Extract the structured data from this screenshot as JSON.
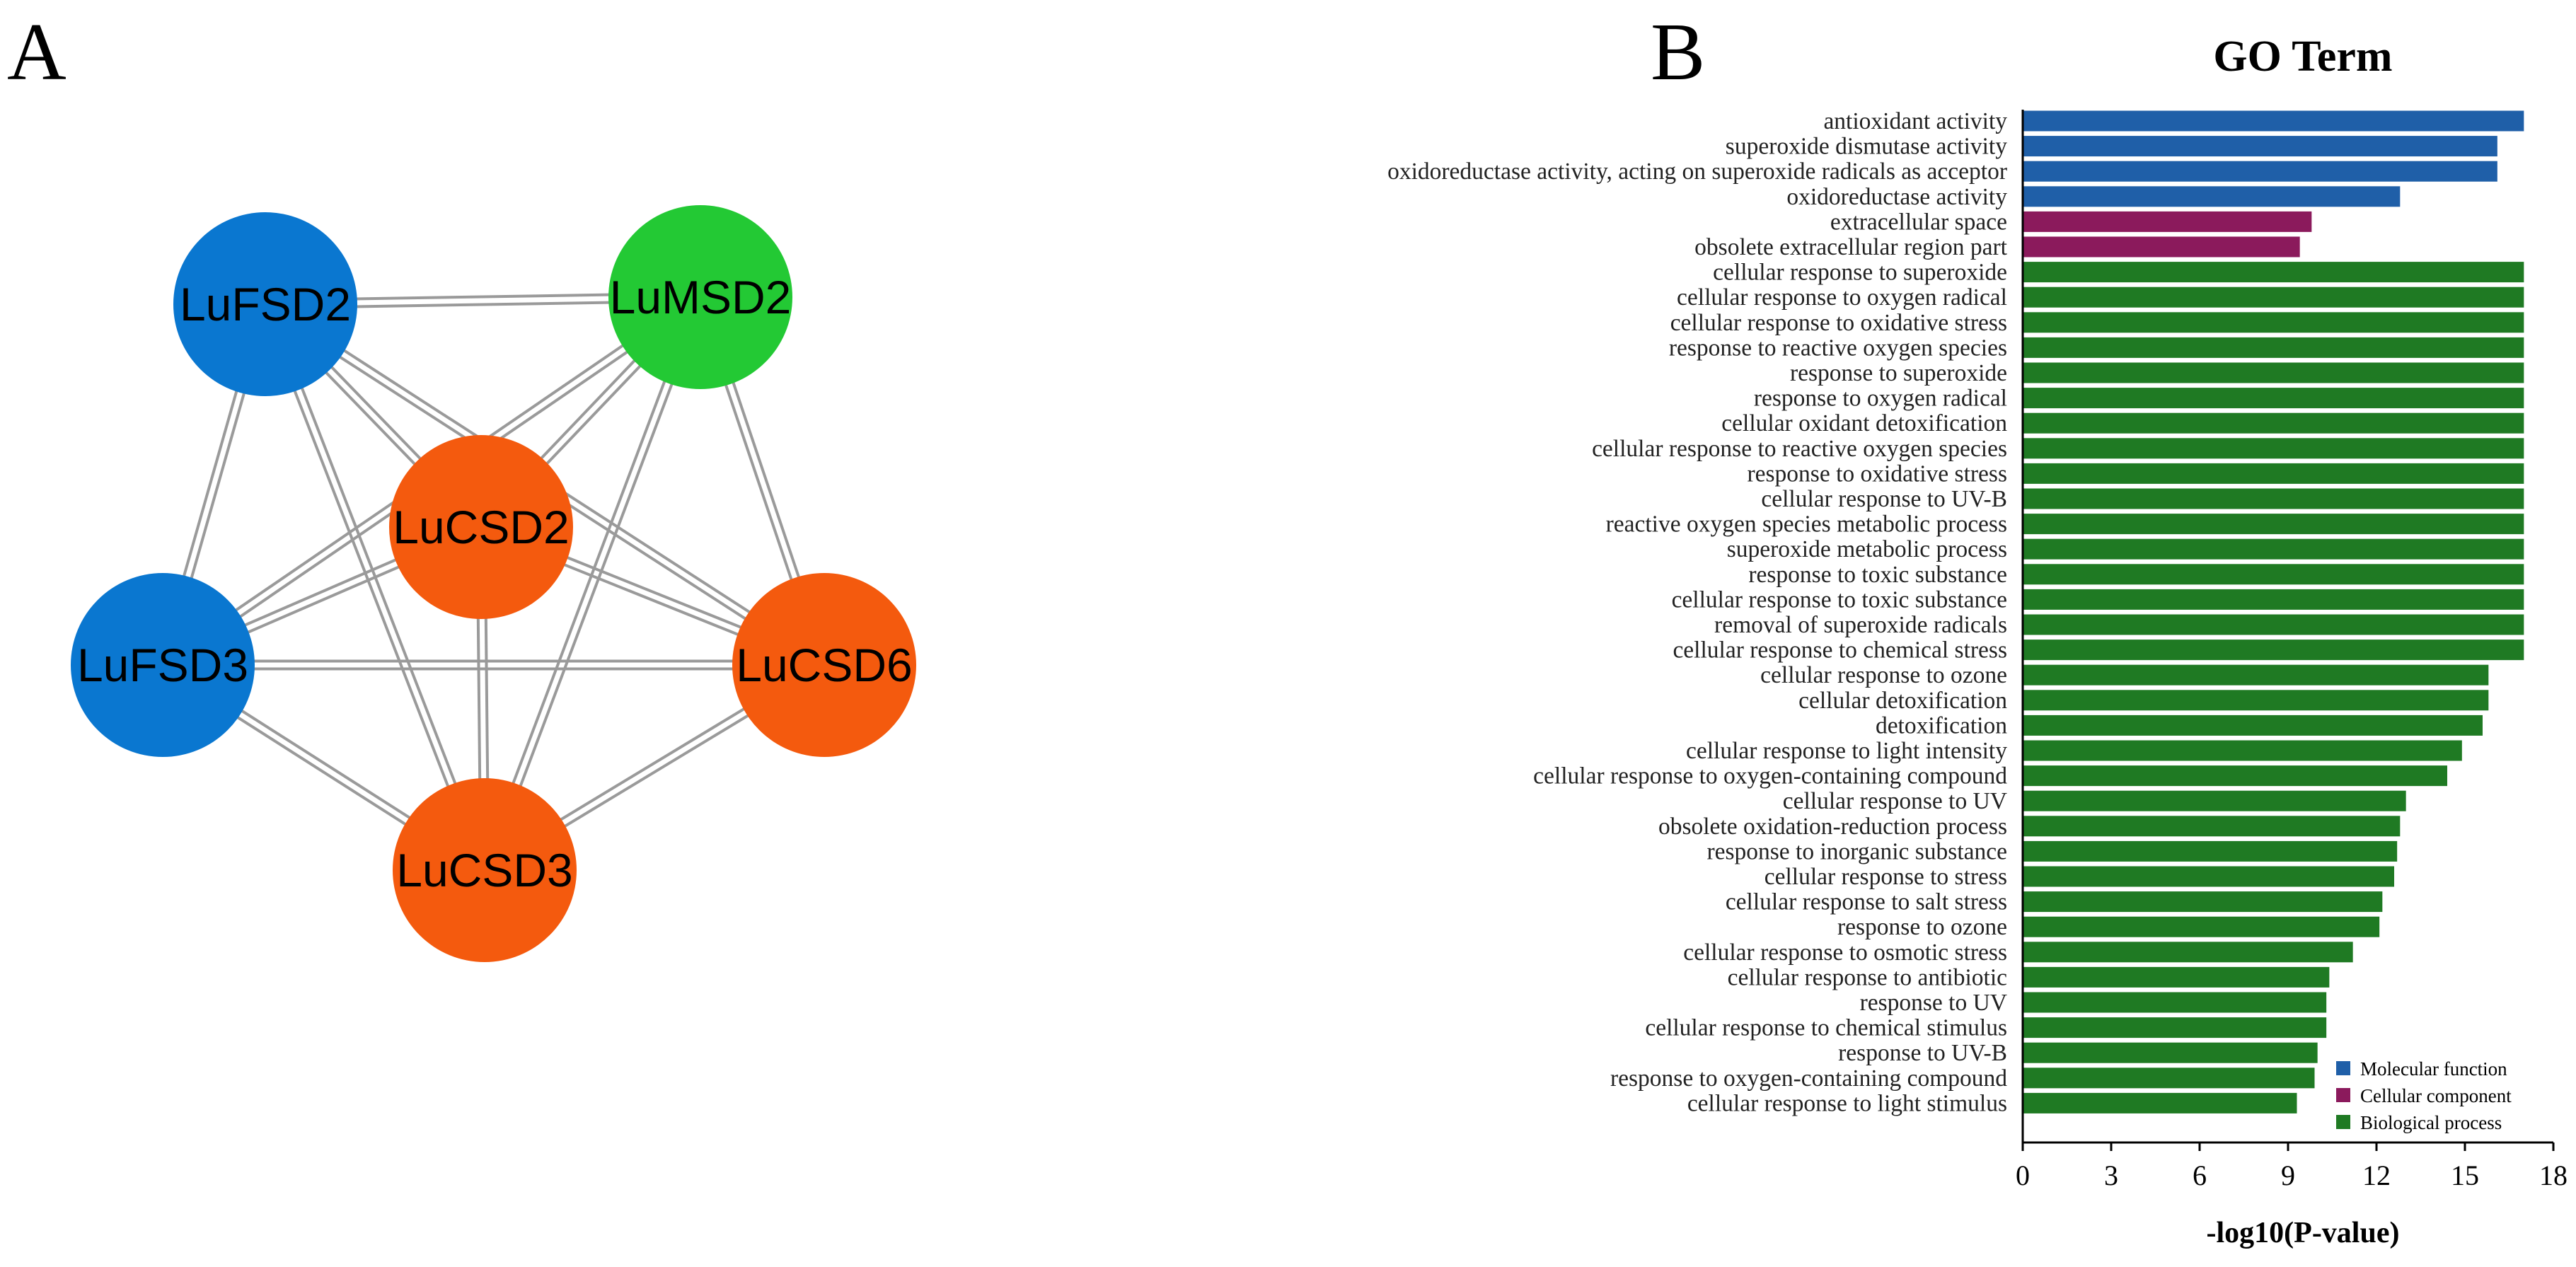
{
  "panels": {
    "a_label": "A",
    "b_label": "B"
  },
  "network": {
    "nodes": [
      {
        "id": "LuFSD2",
        "label": "LuFSD2",
        "color": "#0a77d0"
      },
      {
        "id": "LuMSD2",
        "label": "LuMSD2",
        "color": "#23c934"
      },
      {
        "id": "LuCSD2",
        "label": "LuCSD2",
        "color": "#f45a0e"
      },
      {
        "id": "LuFSD3",
        "label": "LuFSD3",
        "color": "#0a77d0"
      },
      {
        "id": "LuCSD6",
        "label": "LuCSD6",
        "color": "#f45a0e"
      },
      {
        "id": "LuCSD3",
        "label": "LuCSD3",
        "color": "#f45a0e"
      }
    ],
    "edges": [
      [
        "LuFSD2",
        "LuMSD2"
      ],
      [
        "LuFSD2",
        "LuCSD2"
      ],
      [
        "LuFSD2",
        "LuFSD3"
      ],
      [
        "LuFSD2",
        "LuCSD6"
      ],
      [
        "LuFSD2",
        "LuCSD3"
      ],
      [
        "LuMSD2",
        "LuCSD2"
      ],
      [
        "LuMSD2",
        "LuFSD3"
      ],
      [
        "LuMSD2",
        "LuCSD6"
      ],
      [
        "LuMSD2",
        "LuCSD3"
      ],
      [
        "LuCSD2",
        "LuFSD3"
      ],
      [
        "LuCSD2",
        "LuCSD6"
      ],
      [
        "LuCSD2",
        "LuCSD3"
      ],
      [
        "LuFSD3",
        "LuCSD6"
      ],
      [
        "LuFSD3",
        "LuCSD3"
      ],
      [
        "LuCSD6",
        "LuCSD3"
      ]
    ],
    "edge_color": "#9a9a9a"
  },
  "chart_data": {
    "type": "bar",
    "orientation": "horizontal",
    "title": "GO Term",
    "xlabel": "-log10(P-value)",
    "ylabel": "",
    "xlim": [
      0,
      18
    ],
    "xticks": [
      0,
      3,
      6,
      9,
      12,
      15,
      18
    ],
    "grid": false,
    "legend_position": "bottom-right",
    "colors": {
      "Molecular function": "#1f5fa8",
      "Cellular component": "#8b1a5c",
      "Biological process": "#1f7a23"
    },
    "legend": [
      "Molecular function",
      "Cellular component",
      "Biological process"
    ],
    "categories": [
      "antioxidant activity",
      "superoxide dismutase activity",
      "oxidoreductase activity, acting on superoxide radicals as acceptor",
      "oxidoreductase activity",
      "extracellular space",
      "obsolete extracellular region part",
      "cellular response to superoxide",
      "cellular response to oxygen radical",
      "cellular response to oxidative stress",
      "response to reactive oxygen species",
      "response to superoxide",
      "response to oxygen radical",
      "cellular oxidant detoxification",
      "cellular response to reactive oxygen species",
      "response to oxidative stress",
      "cellular response to UV-B",
      "reactive oxygen species metabolic process",
      "superoxide metabolic process",
      "response to toxic substance",
      "cellular response to toxic substance",
      "removal of superoxide radicals",
      "cellular response to chemical stress",
      "cellular response to ozone",
      "cellular detoxification",
      "detoxification",
      "cellular response to light intensity",
      "cellular response to oxygen-containing compound",
      "cellular response to UV",
      "obsolete oxidation-reduction process",
      "response to inorganic substance",
      "cellular response to stress",
      "cellular response to salt stress",
      "response to ozone",
      "cellular response to osmotic stress",
      "cellular response to antibiotic",
      "response to UV",
      "cellular response to chemical stimulus",
      "response to UV-B",
      "response to oxygen-containing compound",
      "cellular response to light stimulus"
    ],
    "values": [
      17.0,
      16.1,
      16.1,
      12.8,
      9.8,
      9.4,
      17.0,
      17.0,
      17.0,
      17.0,
      17.0,
      17.0,
      17.0,
      17.0,
      17.0,
      17.0,
      17.0,
      17.0,
      17.0,
      17.0,
      17.0,
      17.0,
      15.8,
      15.8,
      15.6,
      14.9,
      14.4,
      13.0,
      12.8,
      12.7,
      12.6,
      12.2,
      12.1,
      11.2,
      10.4,
      10.3,
      10.3,
      10.0,
      9.9,
      9.3
    ],
    "groups": [
      "Molecular function",
      "Molecular function",
      "Molecular function",
      "Molecular function",
      "Cellular component",
      "Cellular component",
      "Biological process",
      "Biological process",
      "Biological process",
      "Biological process",
      "Biological process",
      "Biological process",
      "Biological process",
      "Biological process",
      "Biological process",
      "Biological process",
      "Biological process",
      "Biological process",
      "Biological process",
      "Biological process",
      "Biological process",
      "Biological process",
      "Biological process",
      "Biological process",
      "Biological process",
      "Biological process",
      "Biological process",
      "Biological process",
      "Biological process",
      "Biological process",
      "Biological process",
      "Biological process",
      "Biological process",
      "Biological process",
      "Biological process",
      "Biological process",
      "Biological process",
      "Biological process",
      "Biological process",
      "Biological process"
    ]
  }
}
